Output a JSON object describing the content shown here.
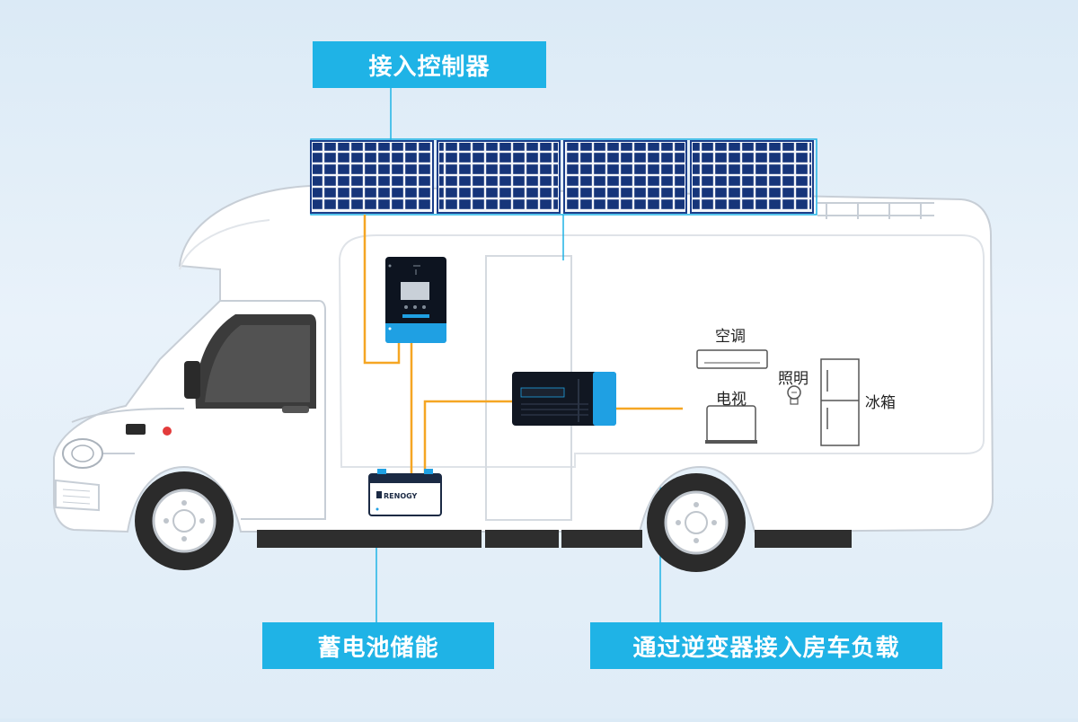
{
  "callouts": {
    "controller": "接入控制器",
    "battery": "蓄电池储能",
    "inverter": "通过逆变器接入房车负载"
  },
  "appliances": {
    "ac": "空调",
    "light": "照明",
    "tv": "电视",
    "fridge": "冰箱"
  },
  "battery_brand": "RENOGY",
  "colors": {
    "accent_blue": "#1fb3e6",
    "wire_orange": "#f5a623",
    "panel_blue": "#1b3e8a"
  }
}
